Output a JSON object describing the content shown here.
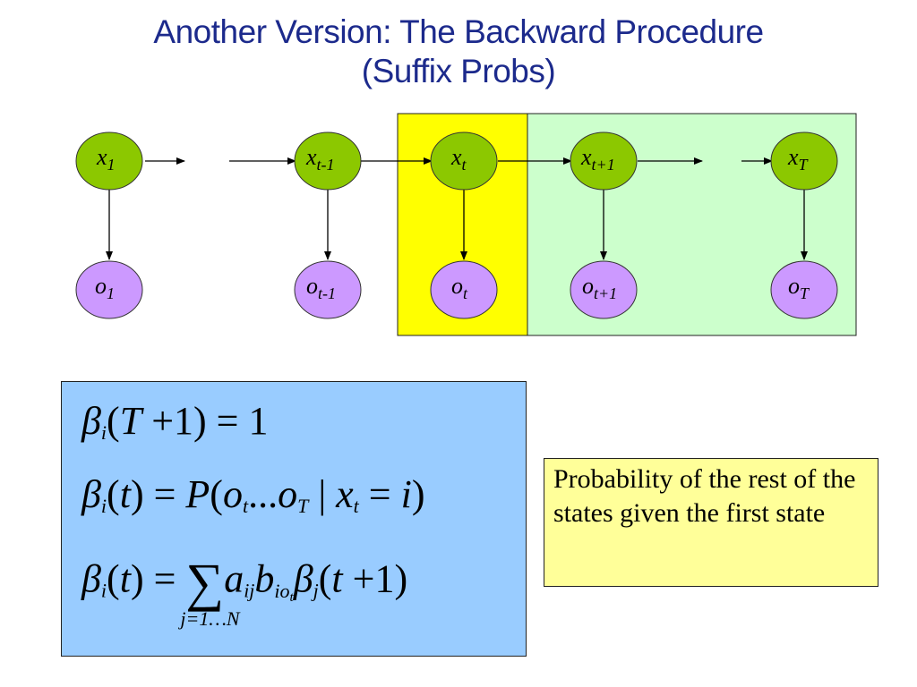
{
  "title": {
    "line1": "Another Version: The Backward Procedure",
    "line2": "(Suffix Probs)"
  },
  "colors": {
    "title": "#1c2a8c",
    "state_node": "#8cc800",
    "obs_node": "#cc99ff",
    "highlight_current": "#ffff00",
    "highlight_suffix": "#ccffcc",
    "math_box": "#99ccff",
    "note_box": "#ffff99"
  },
  "diagram": {
    "states": [
      {
        "base": "x",
        "sub": "1"
      },
      {
        "base": "x",
        "sub": "t-1"
      },
      {
        "base": "x",
        "sub": "t"
      },
      {
        "base": "x",
        "sub": "t+1"
      },
      {
        "base": "x",
        "sub": "T"
      }
    ],
    "observations": [
      {
        "base": "o",
        "sub": "1"
      },
      {
        "base": "o",
        "sub": "t-1"
      },
      {
        "base": "o",
        "sub": "t"
      },
      {
        "base": "o",
        "sub": "t+1"
      },
      {
        "base": "o",
        "sub": "T"
      }
    ]
  },
  "equations": {
    "eq1": {
      "beta": "β",
      "i": "i",
      "lhs": "(",
      "T": "T",
      "rest": " +1) = 1"
    },
    "eq2": {
      "beta": "β",
      "i": "i",
      "lhs_open": "(",
      "t": "t",
      "lhs_close": ") = ",
      "P": "P",
      "open": "(",
      "o1": "o",
      "o1_sub": "t",
      "dots": "...",
      "o2": "o",
      "o2_sub": "T",
      "bar": " | ",
      "x": "x",
      "x_sub": "t",
      "eq": " = ",
      "i2": "i",
      "close": ")"
    },
    "eq3": {
      "beta": "β",
      "i": "i",
      "lhs_open": "(",
      "t": "t",
      "lhs_close": ") = ",
      "sum": "∑",
      "limits": "j=1…N",
      "a": "a",
      "a_sub": "ij",
      "b": "b",
      "b_sub": "io",
      "b_sub_sub": "t",
      "beta2": "β",
      "j": "j",
      "tail_open": "(",
      "t2": "t",
      "tail": " +1)"
    }
  },
  "note": "Probability of the rest of the states given the first state"
}
